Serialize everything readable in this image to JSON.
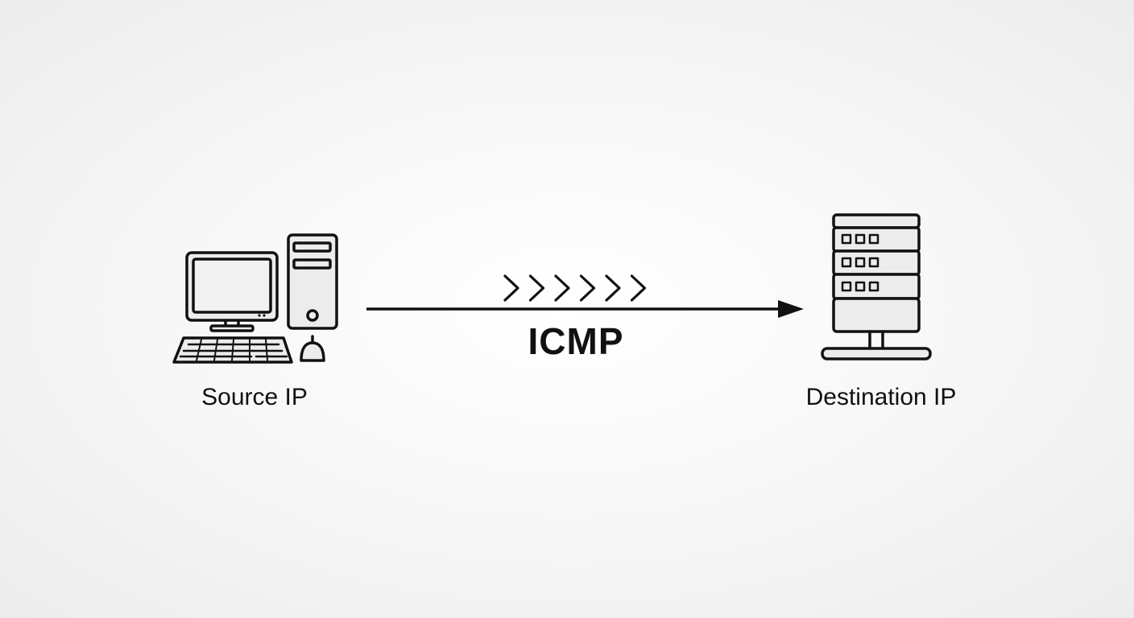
{
  "diagram": {
    "source_label": "Source IP",
    "destination_label": "Destination IP",
    "protocol_label": "ICMP",
    "chevron_count": 6,
    "icons": {
      "source": "desktop-computer-icon",
      "destination": "server-rack-icon"
    },
    "colors": {
      "stroke": "#111111",
      "icon_fill": "#ececec",
      "screen_fill": "#f2f2f2"
    }
  }
}
